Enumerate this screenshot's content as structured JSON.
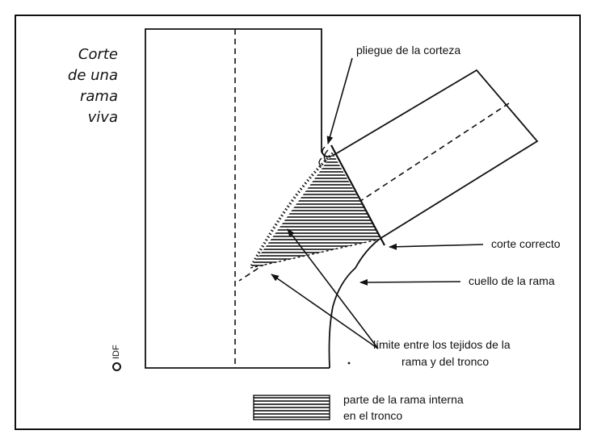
{
  "title": [
    "Corte",
    "de una rama",
    "viva"
  ],
  "labels": {
    "bark_fold": "pliegue de la corteza",
    "correct_cut": "corte correcto",
    "branch_collar": "cuello de la rama",
    "tissue_limit_line1": "límite entre los tejidos de la",
    "tissue_limit_line2": "rama y del tronco",
    "legend_line1": "parte de la rama interna",
    "legend_line2": "en el tronco"
  },
  "copyright": "IDF",
  "colors": {
    "ink": "#111111",
    "background": "#ffffff"
  }
}
